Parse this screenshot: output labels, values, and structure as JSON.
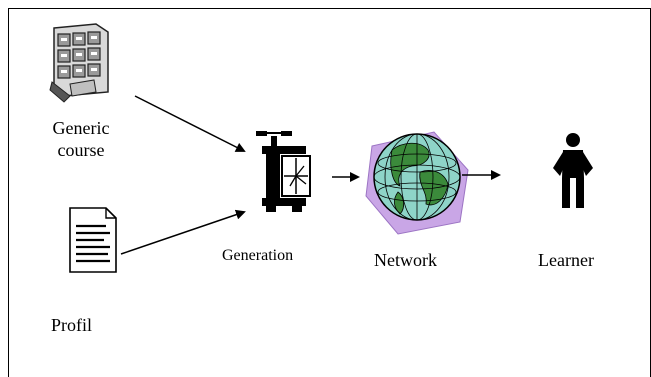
{
  "diagram": {
    "nodes": {
      "generic_course": {
        "line1": "Generic",
        "line2": "course",
        "icon": "file-cabinet-icon"
      },
      "profil": {
        "label": "Profil",
        "icon": "document-icon"
      },
      "generation": {
        "label": "Generation",
        "icon": "clamp-press-icon"
      },
      "network": {
        "label": "Network",
        "icon": "globe-icon"
      },
      "learner": {
        "label": "Learner",
        "icon": "person-icon"
      }
    }
  }
}
